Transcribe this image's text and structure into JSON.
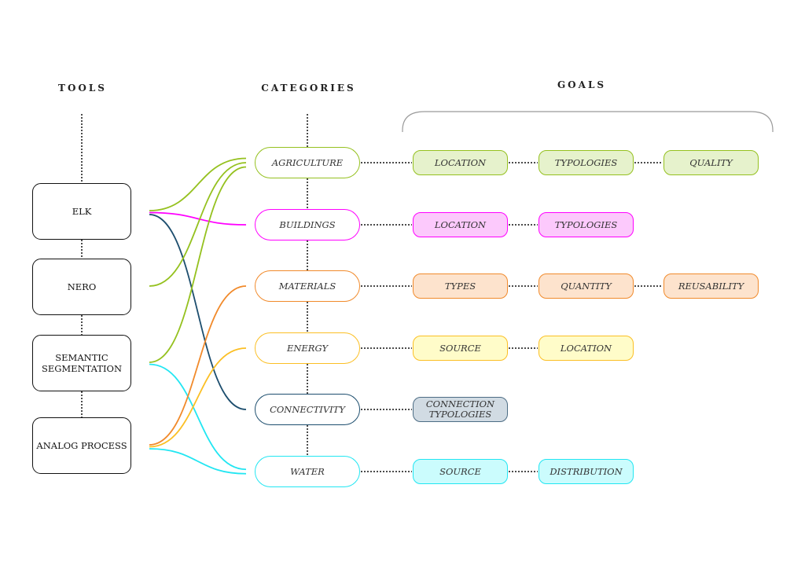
{
  "headers": {
    "tools": "TOOLS",
    "categories": "CATEGORIES",
    "goals": "GOALS"
  },
  "tools": [
    {
      "id": "elk",
      "label": "ELK"
    },
    {
      "id": "nero",
      "label": "NERO"
    },
    {
      "id": "semseg",
      "label": "SEMANTIC SEGMENTATION"
    },
    {
      "id": "analog",
      "label": "ANALOG PROCESS"
    }
  ],
  "categories": [
    {
      "id": "agriculture",
      "label": "AGRICULTURE",
      "color": "#95c11f",
      "fill": "#e6f2cc",
      "goals": [
        "LOCATION",
        "TYPOLOGIES",
        "QUALITY"
      ]
    },
    {
      "id": "buildings",
      "label": "BUILDINGS",
      "color": "#ff00ff",
      "fill": "#fcc9fc",
      "goals": [
        "LOCATION",
        "TYPOLOGIES"
      ]
    },
    {
      "id": "materials",
      "label": "MATERIALS",
      "color": "#f18a2b",
      "fill": "#fde3cd",
      "goals": [
        "TYPES",
        "QUANTITY",
        "REUSABILITY"
      ]
    },
    {
      "id": "energy",
      "label": "ENERGY",
      "color": "#fbbf24",
      "fill": "#fffcc9",
      "goals": [
        "SOURCE",
        "LOCATION"
      ]
    },
    {
      "id": "connectivity",
      "label": "CONNECTIVITY",
      "color": "#1d4e6e",
      "fill": "#d1dbe3",
      "goals": [
        "CONNECTION TYPOLOGIES"
      ]
    },
    {
      "id": "water",
      "label": "WATER",
      "color": "#22e6f2",
      "fill": "#cbfcfd",
      "goals": [
        "SOURCE",
        "DISTRIBUTION"
      ]
    }
  ],
  "connections": [
    {
      "from": "elk",
      "to": "agriculture"
    },
    {
      "from": "elk",
      "to": "buildings"
    },
    {
      "from": "elk",
      "to": "connectivity"
    },
    {
      "from": "nero",
      "to": "agriculture"
    },
    {
      "from": "semseg",
      "to": "agriculture"
    },
    {
      "from": "semseg",
      "to": "water"
    },
    {
      "from": "analog",
      "to": "materials"
    },
    {
      "from": "analog",
      "to": "energy"
    },
    {
      "from": "analog",
      "to": "water"
    }
  ]
}
